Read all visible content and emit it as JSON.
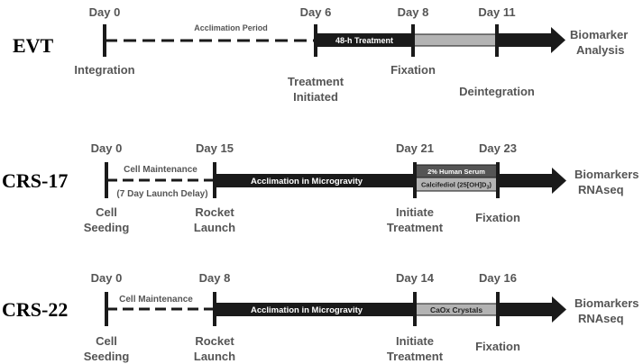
{
  "evt": {
    "name": "EVT",
    "day0": "Day 0",
    "day6": "Day 6",
    "day8": "Day 8",
    "day11": "Day 11",
    "acclimation": "Acclimation Period",
    "treatment48": "48-h Treatment",
    "integration": "Integration",
    "treatment_initiated_1": "Treatment",
    "treatment_initiated_2": "Initiated",
    "fixation": "Fixation",
    "deintegration": "Deintegration",
    "endpoint_1": "Biomarker",
    "endpoint_2": "Analysis"
  },
  "crs17": {
    "name": "CRS-17",
    "day0": "Day 0",
    "day15": "Day 15",
    "day21": "Day 21",
    "day23": "Day 23",
    "cell_maintenance": "Cell Maintenance",
    "launch_delay": "(7 Day Launch Delay)",
    "acclimation": "Acclimation in Microgravity",
    "human_serum": "2% Human Serum",
    "calcifediol": "Calcifediol (25[OH]D",
    "calcifediol_sub": "3",
    "calcifediol_end": ")",
    "seeding_1": "Cell",
    "seeding_2": "Seeding",
    "launch_1": "Rocket",
    "launch_2": "Launch",
    "initiate_1": "Initiate",
    "initiate_2": "Treatment",
    "fixation": "Fixation",
    "endpoint_1": "Biomarkers",
    "endpoint_2": "RNAseq"
  },
  "crs22": {
    "name": "CRS-22",
    "day0": "Day 0",
    "day8": "Day 8",
    "day14": "Day 14",
    "day16": "Day 16",
    "cell_maintenance": "Cell Maintenance",
    "acclimation": "Acclimation in Microgravity",
    "caox": "CaOx Crystals",
    "seeding_1": "Cell",
    "seeding_2": "Seeding",
    "launch_1": "Rocket",
    "launch_2": "Launch",
    "initiate_1": "Initiate",
    "initiate_2": "Treatment",
    "fixation": "Fixation",
    "endpoint_1": "Biomarkers",
    "endpoint_2": "RNAseq"
  },
  "colors": {
    "bar": "#1a1a1a",
    "treatment": "#b3b3b3",
    "label": "#555555"
  }
}
